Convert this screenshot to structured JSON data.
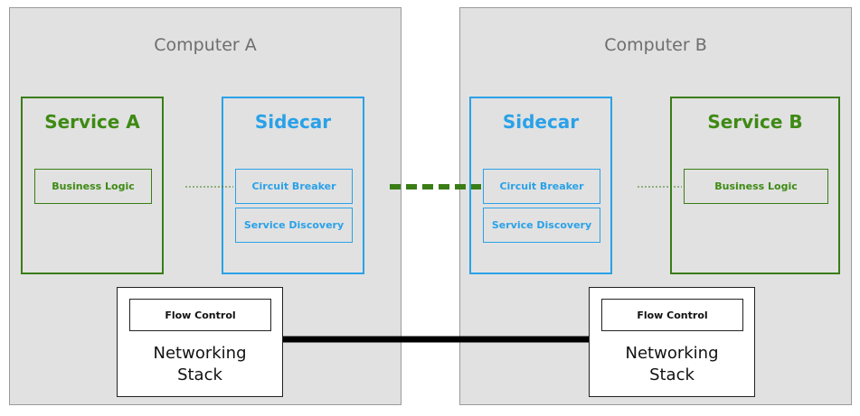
{
  "computer_a": {
    "title": "Computer A",
    "service": {
      "title": "Service A",
      "module": "Business Logic"
    },
    "sidecar": {
      "title": "Sidecar",
      "modules": [
        "Circuit Breaker",
        "Service Discovery"
      ]
    },
    "networking": {
      "flow_control": "Flow Control",
      "label_line1": "Networking",
      "label_line2": "Stack"
    }
  },
  "computer_b": {
    "title": "Computer B",
    "service": {
      "title": "Service B",
      "module": "Business Logic"
    },
    "sidecar": {
      "title": "Sidecar",
      "modules": [
        "Circuit Breaker",
        "Service Discovery"
      ]
    },
    "networking": {
      "flow_control": "Flow Control",
      "label_line1": "Networking",
      "label_line2": "Stack"
    }
  },
  "colors": {
    "service_green": "#3e8a14",
    "sidecar_blue": "#2aa1e8",
    "computer_gray": "#e1e1e1"
  }
}
